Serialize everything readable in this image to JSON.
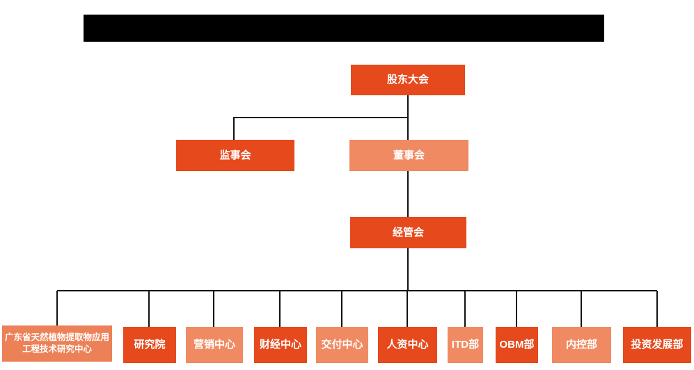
{
  "title_bar": {
    "type": "redacted-black-bar",
    "text": ""
  },
  "colors": {
    "primary_orange": "#E6491C",
    "secondary_salmon": "#F08A62",
    "tertiary_salmon_deep": "#EC8157",
    "line": "#111111",
    "redacted": "#000000",
    "node_text": "#FFFFFF"
  },
  "org_chart": {
    "level1": {
      "shareholders": {
        "label": "股东大会",
        "tone": "primary"
      }
    },
    "level2": {
      "supervisors": {
        "label": "监事会",
        "tone": "primary"
      },
      "directors": {
        "label": "董事会",
        "tone": "secondary"
      }
    },
    "level3": {
      "management": {
        "label": "经管会",
        "tone": "primary"
      }
    },
    "departments": [
      {
        "label": "广东省天然植物提取物应用工程技术研究中心",
        "tone": "tertiary"
      },
      {
        "label": "研究院",
        "tone": "primary"
      },
      {
        "label": "营销中心",
        "tone": "secondary"
      },
      {
        "label": "财经中心",
        "tone": "primary"
      },
      {
        "label": "交付中心",
        "tone": "secondary"
      },
      {
        "label": "人资中心",
        "tone": "primary"
      },
      {
        "label": "ITD部",
        "tone": "secondary"
      },
      {
        "label": "OBM部",
        "tone": "primary"
      },
      {
        "label": "内控部",
        "tone": "secondary"
      },
      {
        "label": "投资发展部",
        "tone": "primary"
      }
    ],
    "edges": [
      {
        "from": "股东大会",
        "to": "监事会"
      },
      {
        "from": "股东大会",
        "to": "董事会"
      },
      {
        "from": "董事会",
        "to": "经管会"
      },
      {
        "from": "经管会",
        "to": "广东省天然植物提取物应用工程技术研究中心"
      },
      {
        "from": "经管会",
        "to": "研究院"
      },
      {
        "from": "经管会",
        "to": "营销中心"
      },
      {
        "from": "经管会",
        "to": "财经中心"
      },
      {
        "from": "经管会",
        "to": "交付中心"
      },
      {
        "from": "经管会",
        "to": "人资中心"
      },
      {
        "from": "经管会",
        "to": "ITD部"
      },
      {
        "from": "经管会",
        "to": "OBM部"
      },
      {
        "from": "经管会",
        "to": "内控部"
      },
      {
        "from": "经管会",
        "to": "投资发展部"
      }
    ]
  }
}
